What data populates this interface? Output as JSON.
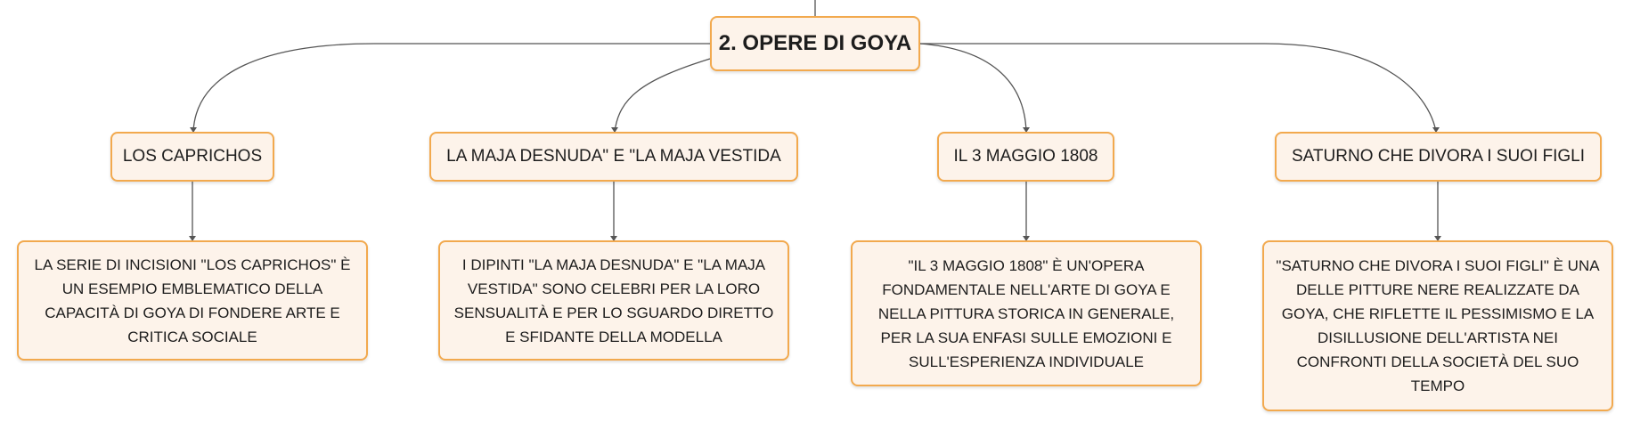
{
  "root": {
    "label": "2. OPERE DI GOYA"
  },
  "topics": [
    {
      "label": "LOS CAPRICHOS"
    },
    {
      "label": "LA MAJA DESNUDA\" E \"LA MAJA VESTIDA"
    },
    {
      "label": "IL 3 MAGGIO 1808"
    },
    {
      "label": "SATURNO CHE DIVORA I SUOI FIGLI"
    }
  ],
  "details": [
    {
      "text": "LA SERIE DI INCISIONI \"LOS CAPRICHOS\" È UN ESEMPIO EMBLEMATICO DELLA CAPACITÀ DI GOYA DI FONDERE ARTE E CRITICA SOCIALE"
    },
    {
      "text": "I DIPINTI \"LA MAJA DESNUDA\" E \"LA MAJA VESTIDA\" SONO CELEBRI PER LA LORO SENSUALITÀ E PER LO SGUARDO DIRETTO E SFIDANTE DELLA MODELLA"
    },
    {
      "text": "\"IL 3 MAGGIO 1808\" È UN'OPERA FONDAMENTALE NELL'ARTE DI GOYA E NELLA PITTURA STORICA IN GENERALE, PER LA SUA ENFASI SULLE EMOZIONI E SULL'ESPERIENZA INDIVIDUALE"
    },
    {
      "text": "\"SATURNO CHE DIVORA I SUOI FIGLI\" È UNA DELLE PITTURE NERE REALIZZATE DA GOYA, CHE RIFLETTE IL PESSIMISMO E LA DISILLUSIONE DELL'ARTISTA NEI CONFRONTI DELLA SOCIETÀ DEL SUO TEMPO"
    }
  ],
  "colors": {
    "node_fill": "#fdf3ea",
    "node_border": "#f2a94e",
    "connector": "#555555"
  }
}
